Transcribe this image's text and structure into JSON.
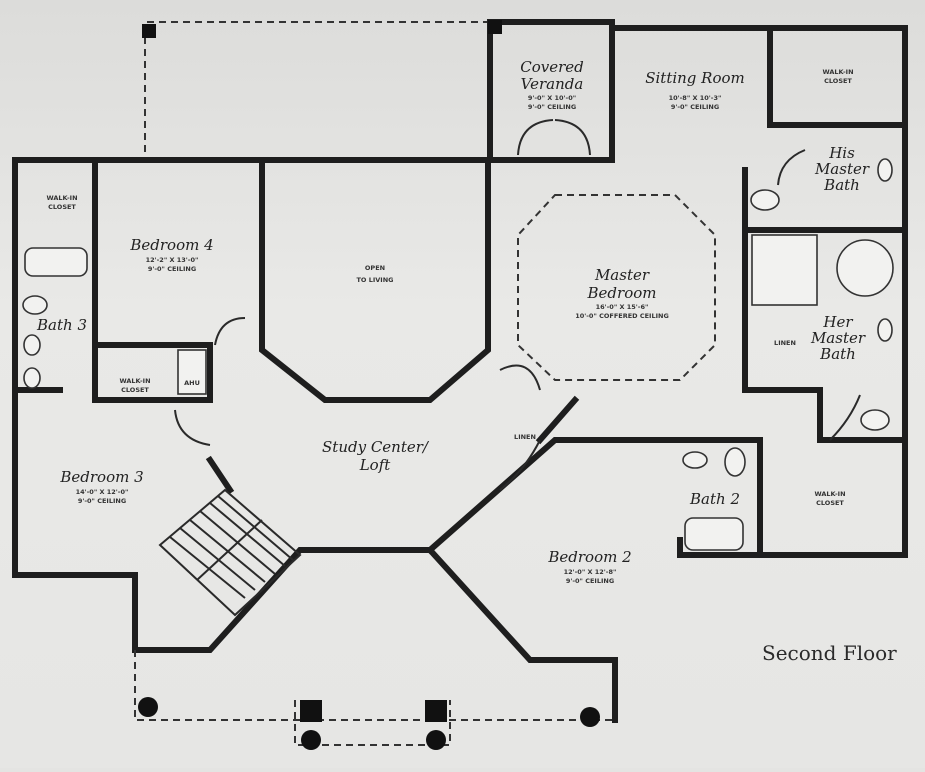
{
  "caption": "Second Floor",
  "rooms": {
    "covered_veranda": {
      "name1": "Covered",
      "name2": "Veranda",
      "size": "9'-0\" X 10'-0\"",
      "ceiling": "9'-0\" CEILING"
    },
    "sitting_room": {
      "name": "Sitting Room",
      "size": "10'-8\" X 10'-3\"",
      "ceiling": "9'-0\" CEILING"
    },
    "his_closet": {
      "name1": "WALK-IN",
      "name2": "CLOSET"
    },
    "his_bath": {
      "name1": "His",
      "name2": "Master",
      "name3": "Bath"
    },
    "her_bath": {
      "name1": "Her",
      "name2": "Master",
      "name3": "Bath"
    },
    "linen_right": {
      "name": "LINEN"
    },
    "master_bedroom": {
      "name1": "Master",
      "name2": "Bedroom",
      "size": "16'-0\" X 15'-6\"",
      "ceiling": "10'-0\" COFFERED CEILING"
    },
    "open_to_living": {
      "name1": "OPEN",
      "name2": "TO LIVING"
    },
    "bedroom4": {
      "name": "Bedroom 4",
      "size": "12'-2\" X 13'-0\"",
      "ceiling": "9'-0\" CEILING"
    },
    "closet4": {
      "name1": "WALK-IN",
      "name2": "CLOSET"
    },
    "bath3": {
      "name": "Bath 3"
    },
    "closet3": {
      "name1": "WALK-IN",
      "name2": "CLOSET"
    },
    "ahu": {
      "name": "AHU"
    },
    "study": {
      "name1": "Study Center/",
      "name2": "Loft"
    },
    "linen_center": {
      "name": "LINEN"
    },
    "bedroom3": {
      "name": "Bedroom 3",
      "size": "14'-0\" X 12'-0\"",
      "ceiling": "9'-0\" CEILING"
    },
    "bath2": {
      "name": "Bath 2"
    },
    "closet_master2": {
      "name1": "WALK-IN",
      "name2": "CLOSET"
    },
    "bedroom2": {
      "name": "Bedroom 2",
      "size": "12'-0\" X 12'-8\"",
      "ceiling": "9'-0\" CEILING"
    }
  }
}
